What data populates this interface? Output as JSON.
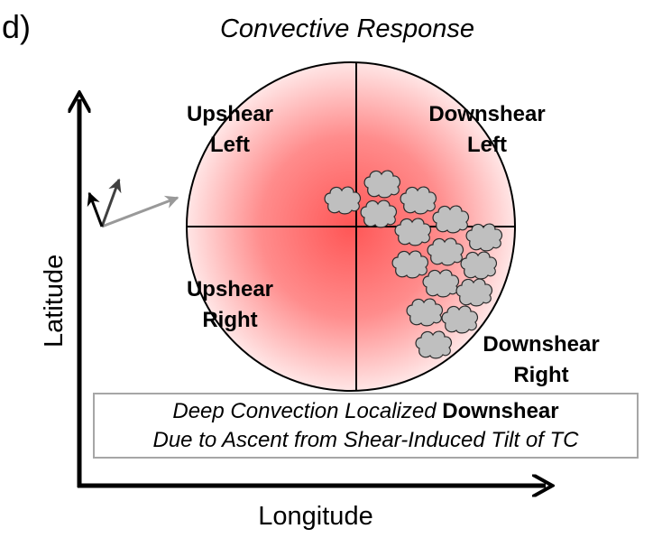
{
  "panel_label": "d)",
  "title": "Convective Response",
  "axes": {
    "y_label": "Latitude",
    "x_label": "Longitude"
  },
  "quadrants": {
    "upshear_left": [
      "Upshear",
      "Left"
    ],
    "downshear_left": [
      "Downshear",
      "Left"
    ],
    "upshear_right": [
      "Upshear",
      "Right"
    ],
    "downshear_right": [
      "Downshear",
      "Right"
    ]
  },
  "caption": {
    "line1_prefix": "Deep Convection Localized ",
    "line1_bold": "Downshear",
    "line2": "Due to Ascent from Shear-Induced Tilt of TC"
  },
  "colors": {
    "circle_center": "#ff5a5a",
    "circle_edge": "#ffe2e2",
    "cloud_fill": "#bfbfbf",
    "arrow_black": "#000000",
    "arrow_dark": "#404040",
    "arrow_gray": "#999999"
  },
  "icons": [
    "cloud-icon",
    "shear-vector-arrows"
  ]
}
